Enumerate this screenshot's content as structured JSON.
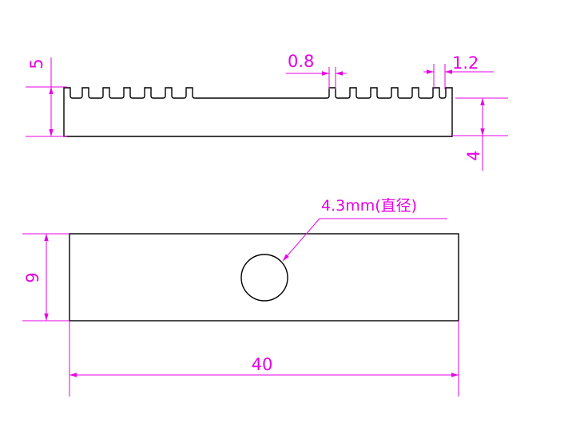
{
  "colors": {
    "part_outline": "#000000",
    "dimension": "#e600e6",
    "background": "#ffffff"
  },
  "side_view": {
    "dim_total_height": "5",
    "dim_base_height": "4",
    "dim_tooth_gap": "0.8",
    "dim_tooth_pitch": "1.2"
  },
  "top_view": {
    "dim_width": "9",
    "dim_length": "40",
    "hole_note": "4.3mm(直径)"
  }
}
